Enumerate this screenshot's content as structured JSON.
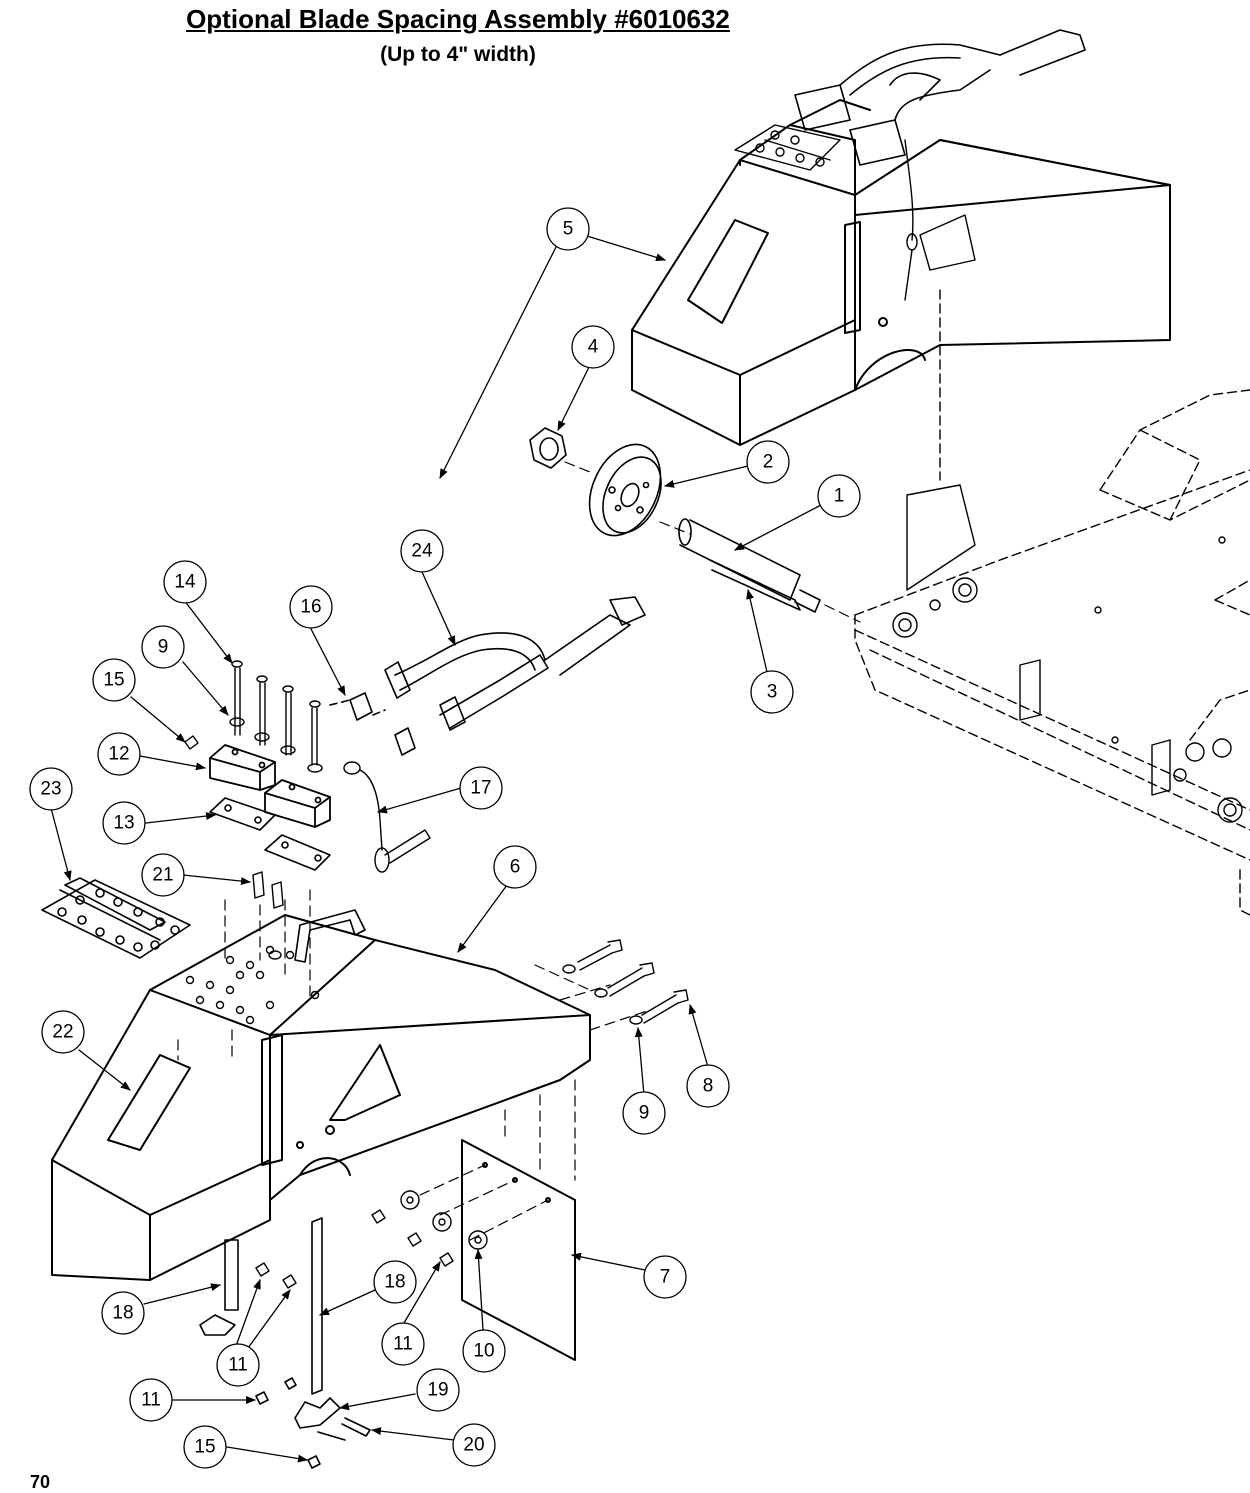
{
  "title": "Optional Blade Spacing Assembly #6010632",
  "subtitle": "(Up to 4\" width)",
  "page_number": "70",
  "callouts": [
    {
      "id": "c1",
      "label": "1"
    },
    {
      "id": "c2",
      "label": "2"
    },
    {
      "id": "c3",
      "label": "3"
    },
    {
      "id": "c4",
      "label": "4"
    },
    {
      "id": "c5",
      "label": "5"
    },
    {
      "id": "c6",
      "label": "6"
    },
    {
      "id": "c7",
      "label": "7"
    },
    {
      "id": "c8",
      "label": "8"
    },
    {
      "id": "c9a",
      "label": "9"
    },
    {
      "id": "c9b",
      "label": "9"
    },
    {
      "id": "c10",
      "label": "10"
    },
    {
      "id": "c11a",
      "label": "11"
    },
    {
      "id": "c11b",
      "label": "11"
    },
    {
      "id": "c11c",
      "label": "11"
    },
    {
      "id": "c12",
      "label": "12"
    },
    {
      "id": "c13",
      "label": "13"
    },
    {
      "id": "c14",
      "label": "14"
    },
    {
      "id": "c15a",
      "label": "15"
    },
    {
      "id": "c15b",
      "label": "15"
    },
    {
      "id": "c16",
      "label": "16"
    },
    {
      "id": "c17",
      "label": "17"
    },
    {
      "id": "c18a",
      "label": "18"
    },
    {
      "id": "c18b",
      "label": "18"
    },
    {
      "id": "c19",
      "label": "19"
    },
    {
      "id": "c20",
      "label": "20"
    },
    {
      "id": "c21",
      "label": "21"
    },
    {
      "id": "c22",
      "label": "22"
    },
    {
      "id": "c23",
      "label": "23"
    },
    {
      "id": "c24",
      "label": "24"
    }
  ]
}
